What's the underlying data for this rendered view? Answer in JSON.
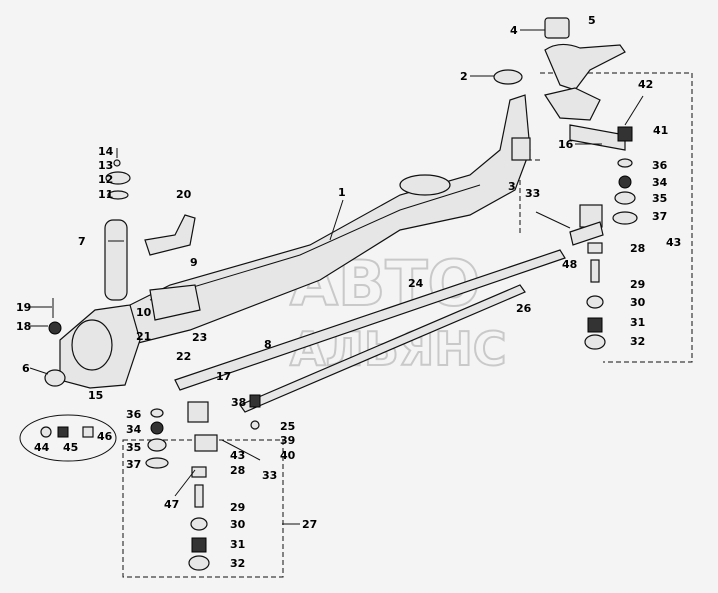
{
  "watermark": {
    "line1": "АВТО",
    "line2": "АЛЬЯНС"
  },
  "callouts": [
    {
      "id": "c4",
      "text": "4"
    },
    {
      "id": "c5",
      "text": "5"
    },
    {
      "id": "c2",
      "text": "2"
    },
    {
      "id": "c42",
      "text": "42"
    },
    {
      "id": "c41",
      "text": "41"
    },
    {
      "id": "c16",
      "text": "16"
    },
    {
      "id": "c36r",
      "text": "36"
    },
    {
      "id": "c34r",
      "text": "34"
    },
    {
      "id": "c35r",
      "text": "35"
    },
    {
      "id": "c37r",
      "text": "37"
    },
    {
      "id": "c43r",
      "text": "43"
    },
    {
      "id": "c28r",
      "text": "28"
    },
    {
      "id": "c48",
      "text": "48"
    },
    {
      "id": "c29r",
      "text": "29"
    },
    {
      "id": "c30r",
      "text": "30"
    },
    {
      "id": "c31r",
      "text": "31"
    },
    {
      "id": "c32r",
      "text": "32"
    },
    {
      "id": "c3",
      "text": "3"
    },
    {
      "id": "c33r",
      "text": "33"
    },
    {
      "id": "c1",
      "text": "1"
    },
    {
      "id": "c24",
      "text": "24"
    },
    {
      "id": "c26",
      "text": "26"
    },
    {
      "id": "c14",
      "text": "14"
    },
    {
      "id": "c13",
      "text": "13"
    },
    {
      "id": "c12",
      "text": "12"
    },
    {
      "id": "c11",
      "text": "11"
    },
    {
      "id": "c20",
      "text": "20"
    },
    {
      "id": "c7",
      "text": "7"
    },
    {
      "id": "c9",
      "text": "9"
    },
    {
      "id": "c19",
      "text": "19"
    },
    {
      "id": "c18",
      "text": "18"
    },
    {
      "id": "c10",
      "text": "10"
    },
    {
      "id": "c21",
      "text": "21"
    },
    {
      "id": "c23",
      "text": "23"
    },
    {
      "id": "c22",
      "text": "22"
    },
    {
      "id": "c8",
      "text": "8"
    },
    {
      "id": "c6",
      "text": "6"
    },
    {
      "id": "c17",
      "text": "17"
    },
    {
      "id": "c15",
      "text": "15"
    },
    {
      "id": "c36l",
      "text": "36"
    },
    {
      "id": "c34l",
      "text": "34"
    },
    {
      "id": "c35l",
      "text": "35"
    },
    {
      "id": "c37l",
      "text": "37"
    },
    {
      "id": "c44",
      "text": "44"
    },
    {
      "id": "c45",
      "text": "45"
    },
    {
      "id": "c46",
      "text": "46"
    },
    {
      "id": "c38",
      "text": "38"
    },
    {
      "id": "c25",
      "text": "25"
    },
    {
      "id": "c39",
      "text": "39"
    },
    {
      "id": "c40",
      "text": "40"
    },
    {
      "id": "c43l",
      "text": "43"
    },
    {
      "id": "c33l",
      "text": "33"
    },
    {
      "id": "c28l",
      "text": "28"
    },
    {
      "id": "c47",
      "text": "47"
    },
    {
      "id": "c29l",
      "text": "29"
    },
    {
      "id": "c30l",
      "text": "30"
    },
    {
      "id": "c27",
      "text": "27"
    },
    {
      "id": "c31l",
      "text": "31"
    },
    {
      "id": "c32l",
      "text": "32"
    }
  ]
}
